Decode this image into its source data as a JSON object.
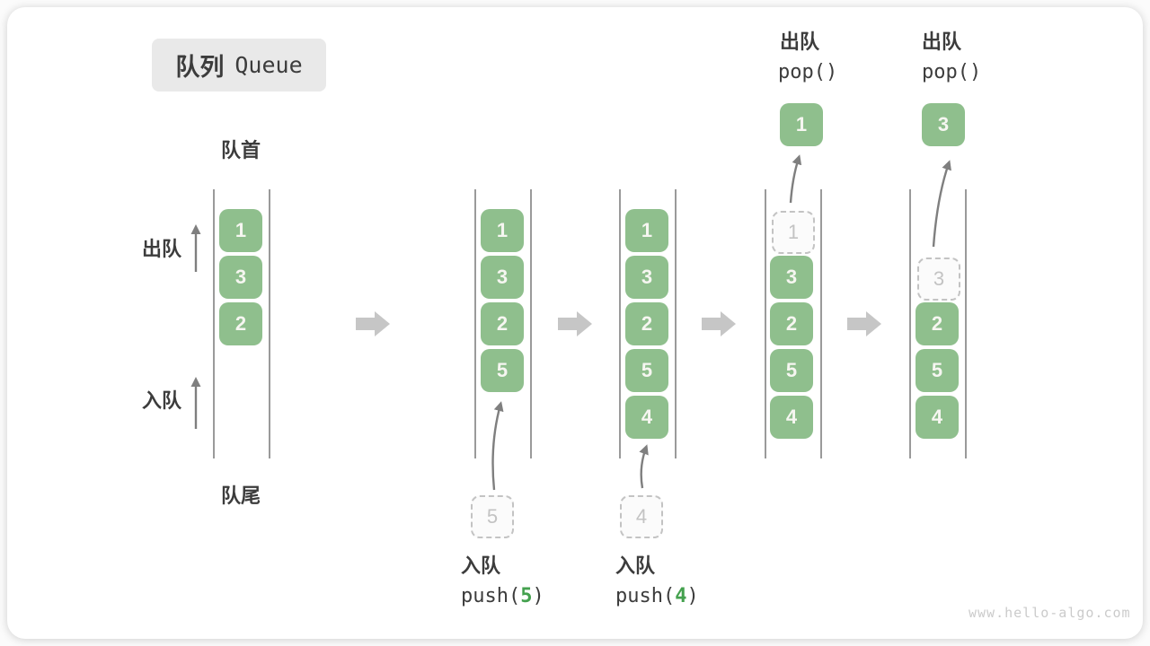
{
  "title": {
    "zh": "队列",
    "en": "Queue"
  },
  "labels": {
    "front": "队首",
    "rear": "队尾",
    "dequeue": "出队",
    "enqueue": "入队"
  },
  "watermark": "www.hello-algo.com",
  "colors": {
    "block_green": "#8fbf8d",
    "code_green": "#44a14e",
    "text_dark": "#3c3c3c",
    "big_arrow_gray": "#c6c6c6",
    "thin_arrow_gray": "#7f7f7f",
    "ghost_gray": "#c3c3c3",
    "title_bg": "#e9e9e9"
  },
  "states": {
    "s1": {
      "blocks": {
        "b1": "1",
        "b2": "3",
        "b3": "2"
      }
    },
    "s2": {
      "blocks": {
        "b1": "1",
        "b2": "3",
        "b3": "2",
        "b4": "5"
      },
      "pending": "5",
      "op": {
        "label": "入队",
        "code_pre": "push(",
        "arg": "5",
        "code_post": ")"
      }
    },
    "s3": {
      "blocks": {
        "b1": "1",
        "b2": "3",
        "b3": "2",
        "b4": "5",
        "b5": "4"
      },
      "pending": "4",
      "op": {
        "label": "入队",
        "code_pre": "push(",
        "arg": "4",
        "code_post": ")"
      }
    },
    "s4": {
      "ghost": "1",
      "blocks": {
        "b2": "3",
        "b3": "2",
        "b4": "5",
        "b5": "4"
      },
      "popped": "1",
      "op": {
        "label": "出队",
        "code": "pop()"
      }
    },
    "s5": {
      "ghost": "3",
      "blocks": {
        "b3": "2",
        "b4": "5",
        "b5": "4"
      },
      "popped": "3",
      "op": {
        "label": "出队",
        "code": "pop()"
      }
    }
  }
}
